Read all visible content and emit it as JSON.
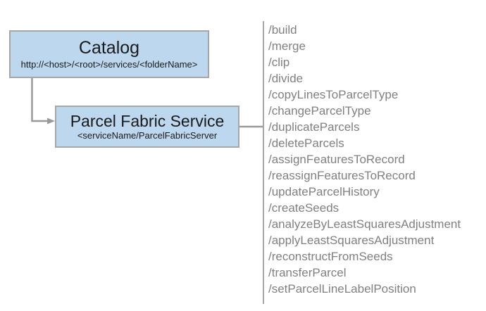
{
  "diagram": {
    "nodes": [
      {
        "id": "catalog",
        "title": "Catalog",
        "subtitle": "http://<host>/<root>/services/<folderName>"
      },
      {
        "id": "parcel-fabric-service",
        "title": "Parcel Fabric Service",
        "subtitle": "<serviceName/ParcelFabricServer"
      }
    ],
    "colors": {
      "node_fill": "#bdd7ee",
      "node_border": "#a6a6a6",
      "connector": "#9a9a9a",
      "divider": "#a6a6a6",
      "operation_text": "#808080",
      "node_text": "#1a1a1a",
      "background": "#ffffff"
    },
    "operations": [
      "/build",
      "/merge",
      "/clip",
      "/divide",
      "/copyLinesToParcelType",
      "/changeParcelType",
      "/duplicateParcels",
      "/deleteParcels",
      "/assignFeaturesToRecord",
      "/reassignFeaturesToRecord",
      "/updateParcelHistory",
      "/createSeeds",
      "/analyzeByLeastSquaresAdjustment",
      "/applyLeastSquaresAdjustment",
      "/reconstructFromSeeds",
      "/transferParcel",
      "/setParcelLineLabelPosition"
    ]
  }
}
